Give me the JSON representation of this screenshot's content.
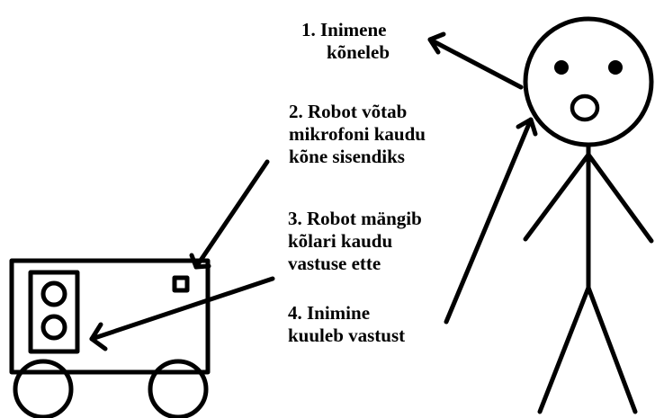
{
  "steps": [
    {
      "line1": "1. Inimene",
      "line2": "kõneleb"
    },
    {
      "line1": "2. Robot võtab",
      "line2": "mikrofoni kaudu",
      "line3": "kõne sisendiks"
    },
    {
      "line1": "3. Robot mängib",
      "line2": "kõlari kaudu",
      "line3": "vastuse ette"
    },
    {
      "line1": "4. Inimine",
      "line2": "kuuleb vastust"
    }
  ],
  "colors": {
    "ink": "#000000",
    "background": "#ffffff"
  }
}
